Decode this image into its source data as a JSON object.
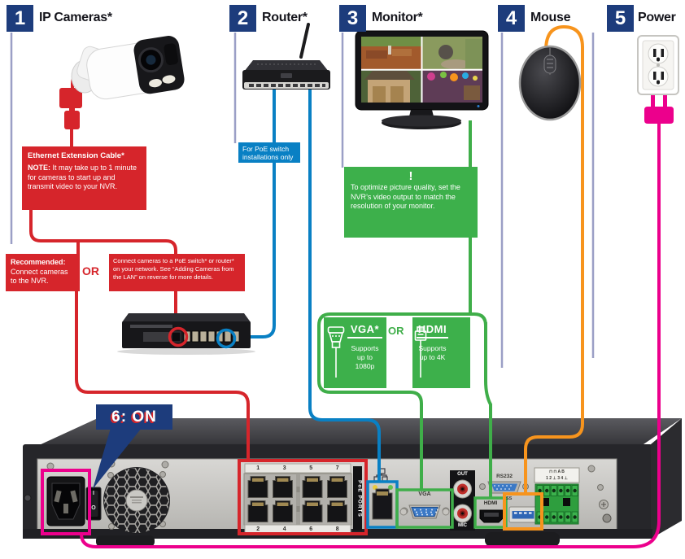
{
  "steps": [
    {
      "num": "1",
      "label": "IP Cameras*"
    },
    {
      "num": "2",
      "label": "Router*"
    },
    {
      "num": "3",
      "label": "Monitor*"
    },
    {
      "num": "4",
      "label": "Mouse"
    },
    {
      "num": "5",
      "label": "Power"
    }
  ],
  "step6_label": "6: ON",
  "callouts": {
    "ethernet_note": {
      "title": "Ethernet Extension Cable*",
      "lead": "NOTE:",
      "body": " It may take up to 1 minute for cameras to start up and transmit video to your NVR."
    },
    "recommended": {
      "lead": "Recommended:",
      "body": "Connect cameras to the NVR."
    },
    "or_red": "OR",
    "poe_alternative": "Connect cameras to a PoE switch* or router* on your network. See “Adding Cameras from the LAN” on reverse for more details.",
    "poe_switch_note": "For PoE switch installations only",
    "monitor_note": {
      "icon": "!",
      "body": "To optimize picture quality, set the NVR’s video output to match the resolution of your monitor."
    },
    "vga_option": {
      "label": "VGA*",
      "body": "Supports up to 1080p"
    },
    "or_green": "OR",
    "hdmi_option": {
      "label": "HDMI",
      "body": "Supports up to 4K"
    }
  },
  "nvr": {
    "poe_ports_label": "PoE PORTS",
    "poe_top": [
      "1",
      "3",
      "5",
      "7"
    ],
    "poe_bottom": [
      "2",
      "4",
      "6",
      "8"
    ],
    "vga_label": "VGA",
    "audio_out_label": "OUT",
    "mic_label": "MIC",
    "rs232_label": "RS232",
    "hdmi_label": "HDMI",
    "usb_label": "SS",
    "terminal_top": "⊓ ⊓  A B",
    "terminal_bottom": "1 2 ⊥ 3 4 ⊥",
    "power_switch_on": "I",
    "power_switch_off": "O"
  },
  "colors": {
    "navy": "#1d3c7c",
    "red": "#d6252b",
    "blue": "#0980c4",
    "green": "#3fae49",
    "orange": "#f7941d",
    "pink": "#ec008c",
    "divider": "#9b9fc6"
  }
}
